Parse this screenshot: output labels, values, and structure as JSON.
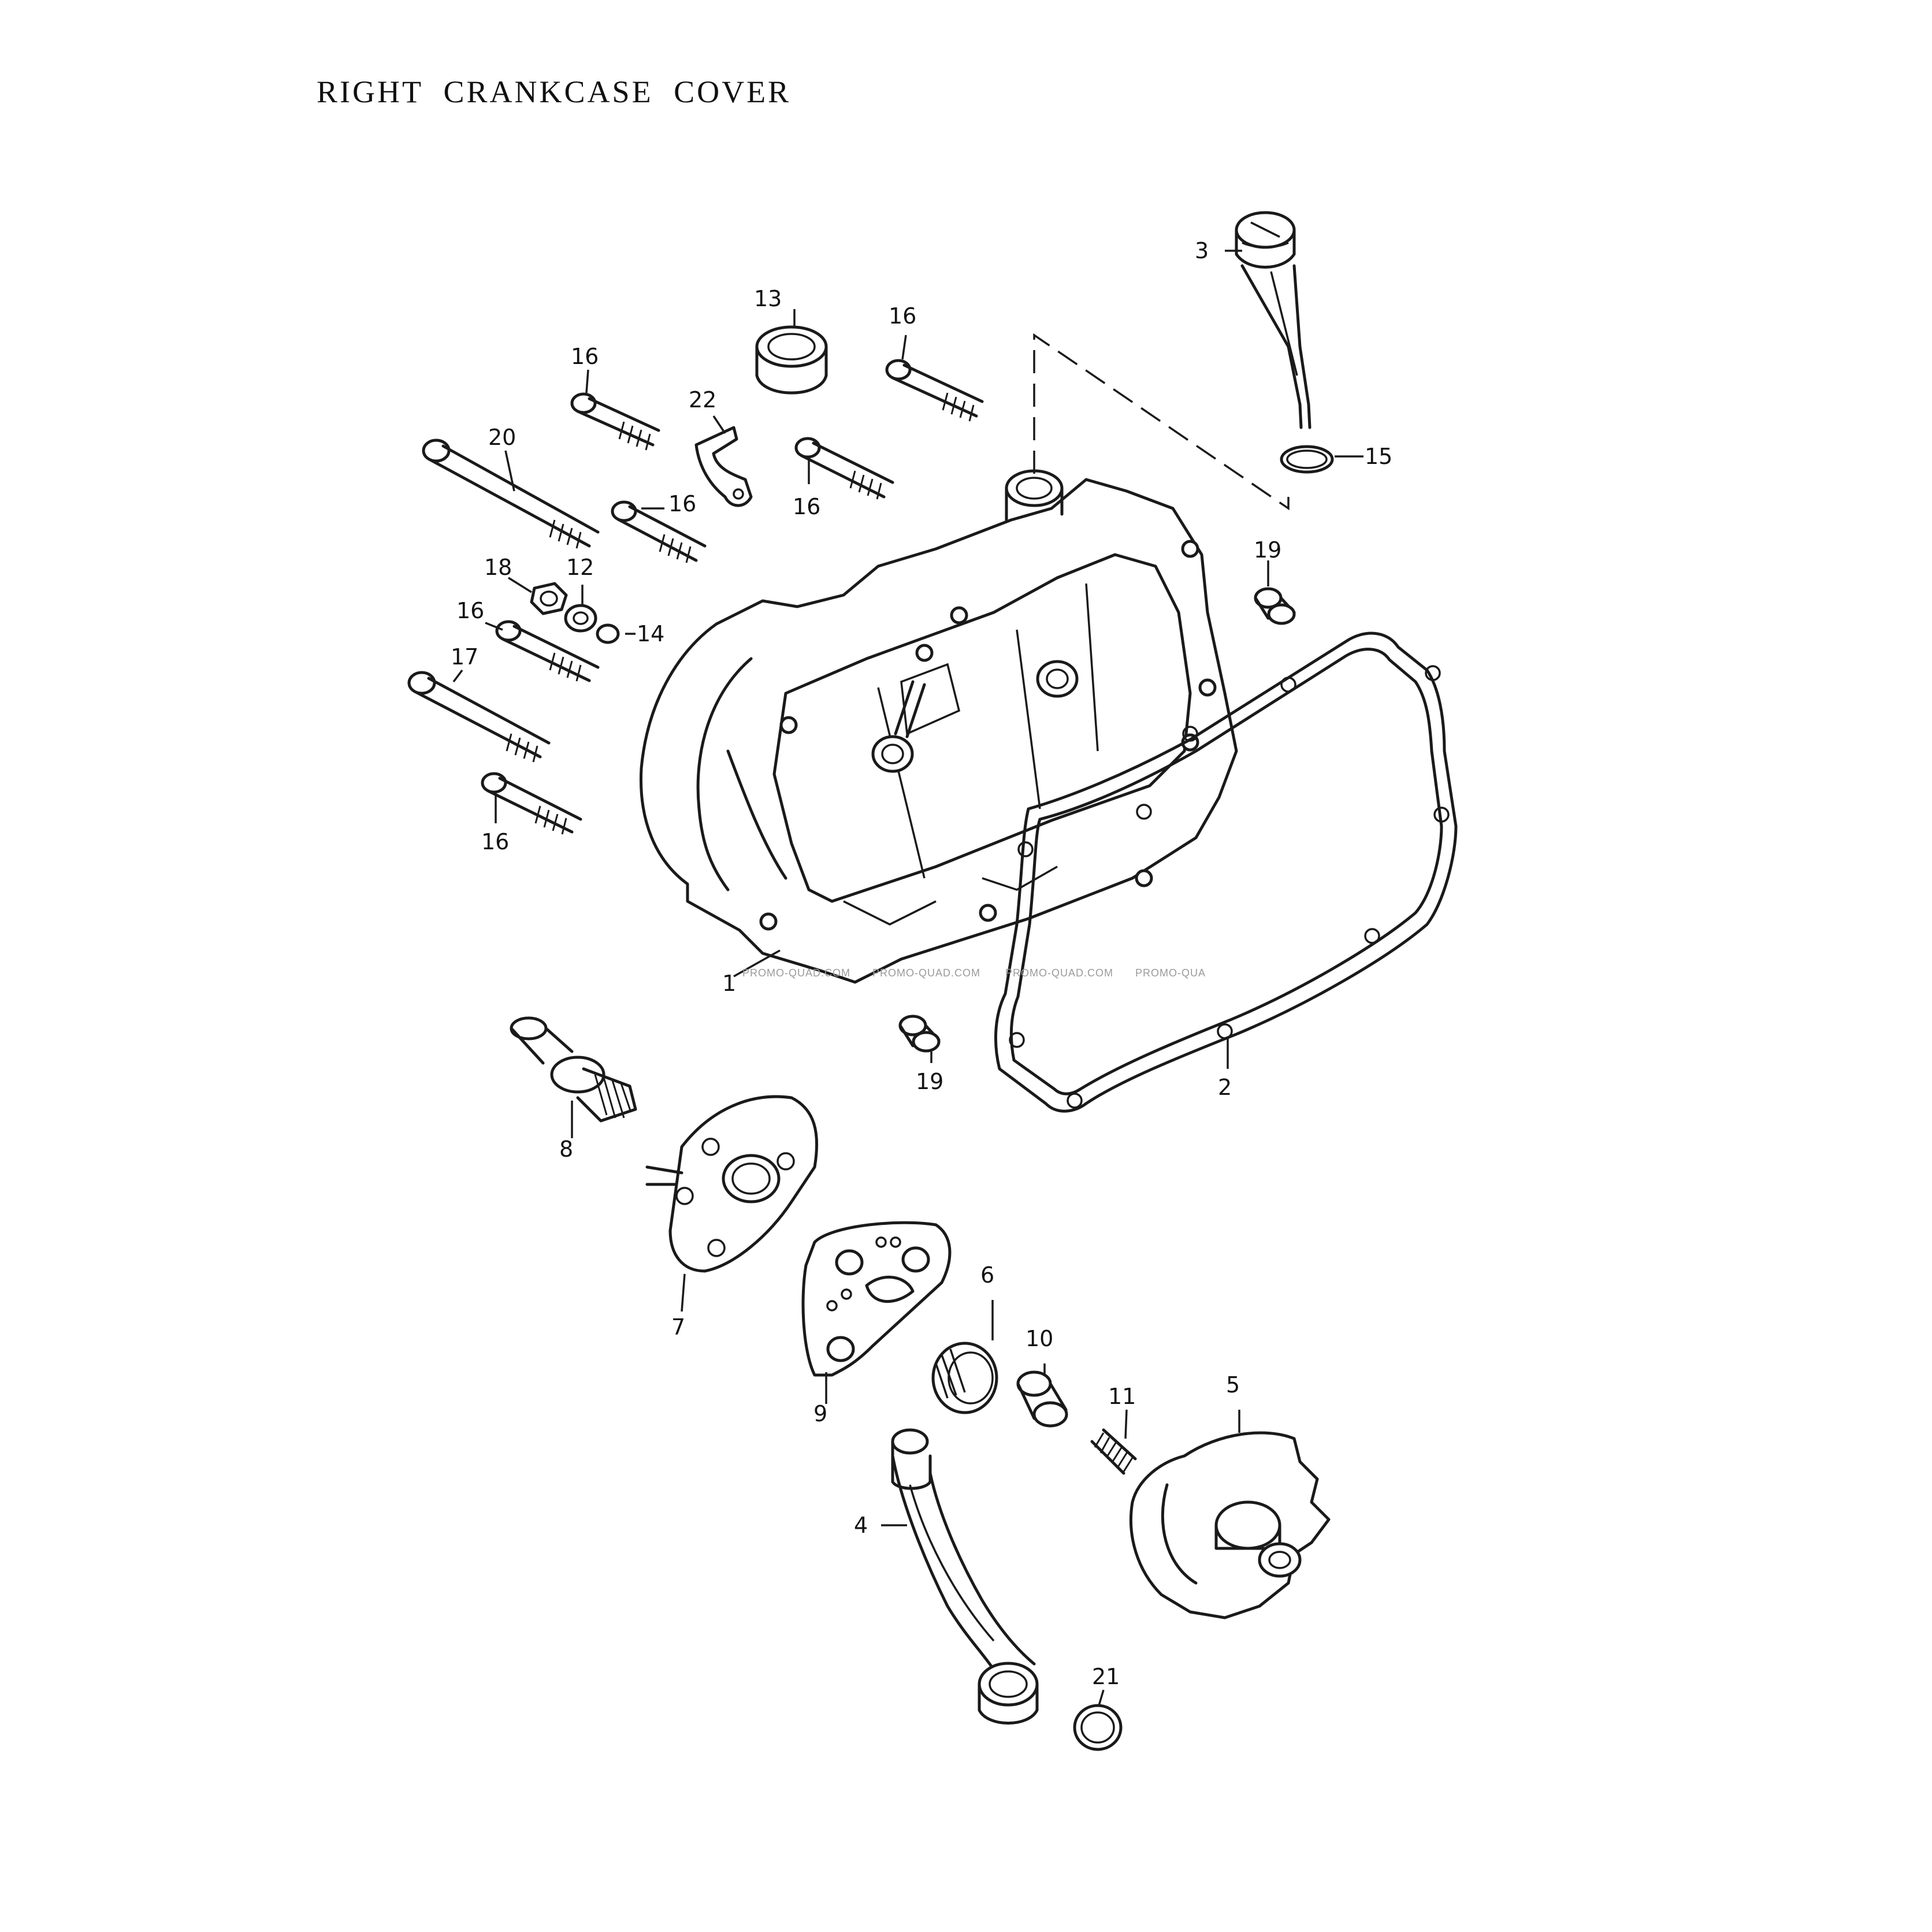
{
  "title": "RIGHT CRANKCASE COVER",
  "watermark": [
    "PROMO-QUAD.COM",
    "PROMO-QUAD.COM",
    "PROMO-QUAD.COM",
    "PROMO-QUA"
  ],
  "callouts": {
    "c1": "1",
    "c2": "2",
    "c3": "3",
    "c4": "4",
    "c5": "5",
    "c6": "6",
    "c7": "7",
    "c8": "8",
    "c9": "9",
    "c10": "10",
    "c11": "11",
    "c12": "12",
    "c13": "13",
    "c14": "14",
    "c15": "15",
    "c16a": "16",
    "c16b": "16",
    "c16c": "16",
    "c16d": "16",
    "c16e": "16",
    "c16f": "16",
    "c17": "17",
    "c18": "18",
    "c19a": "19",
    "c19b": "19",
    "c20": "20",
    "c21": "21",
    "c22": "22"
  }
}
